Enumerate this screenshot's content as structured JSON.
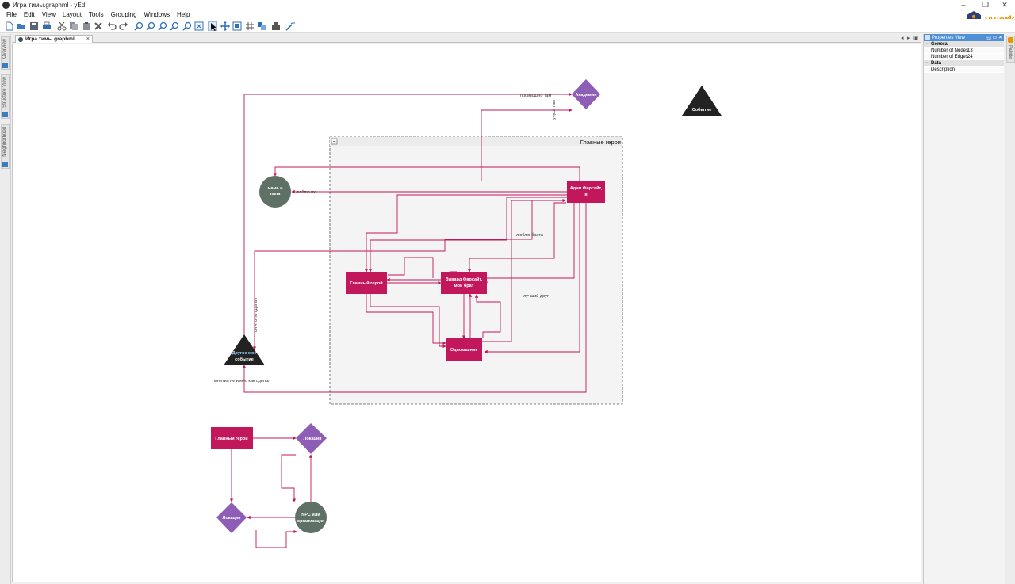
{
  "window": {
    "title": "Игра тимы.graphml - yEd",
    "controls": [
      "–",
      "❐",
      "✕"
    ]
  },
  "menu": [
    "File",
    "Edit",
    "View",
    "Layout",
    "Tools",
    "Grouping",
    "Windows",
    "Help"
  ],
  "logo": {
    "text": "yworks",
    "color": "#f39200"
  },
  "left_tabs": [
    "Overview",
    "Structure View",
    "Neighborhood"
  ],
  "document_tab": {
    "title": "Игра тимы.graphml",
    "close": "×"
  },
  "properties": {
    "title": "Properties View",
    "sections": [
      {
        "name": "General",
        "toggle": "−",
        "rows": [
          {
            "key": "Number of Nodes",
            "value": "13"
          },
          {
            "key": "Number of Edges",
            "value": "24"
          }
        ]
      },
      {
        "name": "Data",
        "toggle": "−",
        "rows": [
          {
            "key": "Description",
            "value": ""
          }
        ]
      }
    ]
  },
  "right_tab": "Palette",
  "colors": {
    "hero": "#c2185b",
    "location": "#8e5db5",
    "npc": "#5f7066",
    "event": "#222222",
    "edge": "#c2185b",
    "group_fill": "#f4f4f4"
  },
  "graph": {
    "group": {
      "label": "Главные герои",
      "toggle": "−"
    },
    "nodes": {
      "akademia": "Академия",
      "sobytie": "Событие",
      "mama": [
        "мама и",
        "папа"
      ],
      "adam": [
        "Адам Фарсайт,",
        "я"
      ],
      "geroi1": "Главный герой",
      "edvard": [
        "Эдвард Фарсайт,",
        "мой брат"
      ],
      "odnokashnik": "Однокашник",
      "drugoe": [
        "Другое мое",
        "событие"
      ],
      "geroi2": "Главный герой",
      "lokacia1": "Локация",
      "lokacia2": "Локация",
      "npc": [
        "NPC или",
        "организация"
      ]
    },
    "edge_labels": {
      "proizoshlo": "произошло там",
      "uchus": "учусь там",
      "lyublyu": "люблю их",
      "lyublyu_brata": "люблю брата",
      "luchshiy": "лучший друг",
      "chto_to": "он что-то сделал",
      "ponyatia": "понятия не имею как сделал"
    }
  }
}
